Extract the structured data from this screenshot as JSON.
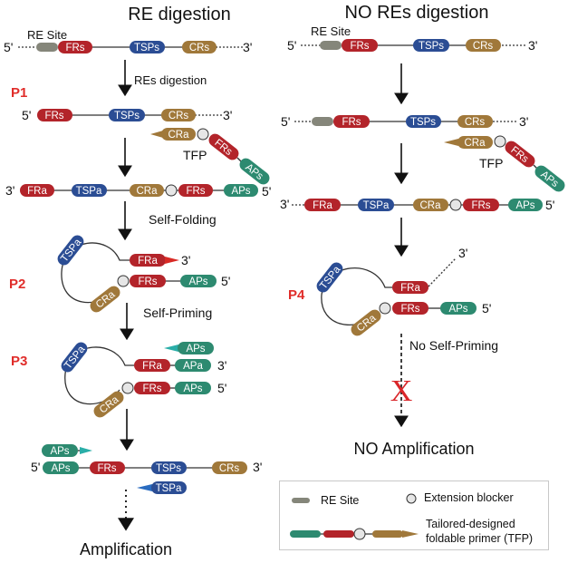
{
  "colors": {
    "fr": "#b3242a",
    "tsp": "#2b4d94",
    "cr": "#a0783a",
    "ap": "#2d8a70",
    "re_site": "#85867a",
    "blocker": "#e6e6e6",
    "red_label": "#e02d2a",
    "primer_arrow_teal": "#2aaea8",
    "primer_arrow_blue": "#2a6cc0"
  },
  "left": {
    "title": "RE digestion",
    "re_site_label": "RE Site",
    "template": {
      "five": "5'",
      "three": "3'",
      "segments": [
        "FRs",
        "TSPs",
        "CRs"
      ]
    },
    "step1": "REs digestion",
    "p1": {
      "label": "P1",
      "template": {
        "five": "5'",
        "three": "3'",
        "segments": [
          "FRs",
          "TSPs",
          "CRs"
        ]
      },
      "tfp_segments": [
        "CRa",
        "FRs",
        "APs"
      ],
      "tfp_label": "TFP"
    },
    "extended": {
      "three": "3'",
      "five": "5'",
      "segments": [
        "FRa",
        "TSPa",
        "CRa",
        "FRs",
        "APs"
      ]
    },
    "step2": "Self-Folding",
    "p2": {
      "label": "P2",
      "loop": [
        "TSPa",
        "CRa"
      ],
      "top": "FRa",
      "top_end": "3'",
      "bottom": [
        "FRs",
        "APs"
      ],
      "bottom_end": "5'"
    },
    "step3": "Self-Priming",
    "p3": {
      "label": "P3",
      "loop": [
        "TSPa",
        "CRa"
      ],
      "primer": "APs",
      "top": [
        "FRa",
        "APa"
      ],
      "top_end": "3'",
      "bottom": [
        "FRs",
        "APs"
      ],
      "bottom_end": "5'"
    },
    "final": {
      "primer_top": "APs",
      "five": "5'",
      "three": "3'",
      "segments": [
        "APs",
        "FRs",
        "TSPs",
        "CRs"
      ],
      "primer_bottom": "TSPa"
    },
    "result": "Amplification"
  },
  "right": {
    "title": "NO REs digestion",
    "re_site_label": "RE Site",
    "template": {
      "five": "5'",
      "three": "3'",
      "segments": [
        "FRs",
        "TSPs",
        "CRs"
      ]
    },
    "template2": {
      "five": "5'",
      "three": "3'",
      "segments": [
        "FRs",
        "TSPs",
        "CRs"
      ]
    },
    "tfp_segments": [
      "CRa",
      "FRs",
      "APs"
    ],
    "tfp_label": "TFP",
    "extended": {
      "three": "3'",
      "five": "5'",
      "segments": [
        "FRa",
        "TSPa",
        "CRa",
        "FRs",
        "APs"
      ]
    },
    "p4": {
      "label": "P4",
      "loop": [
        "TSPa",
        "CRa"
      ],
      "top": "FRa",
      "top_end": "3'",
      "bottom": [
        "FRs",
        "APs"
      ],
      "bottom_end": "5'"
    },
    "step": "No Self-Priming",
    "block_mark": "X",
    "result": "NO Amplification"
  },
  "legend": {
    "re_site": "RE Site",
    "blocker": "Extension blocker",
    "tfp_line1": "Tailored-designed",
    "tfp_line2": "foldable primer (TFP)"
  }
}
